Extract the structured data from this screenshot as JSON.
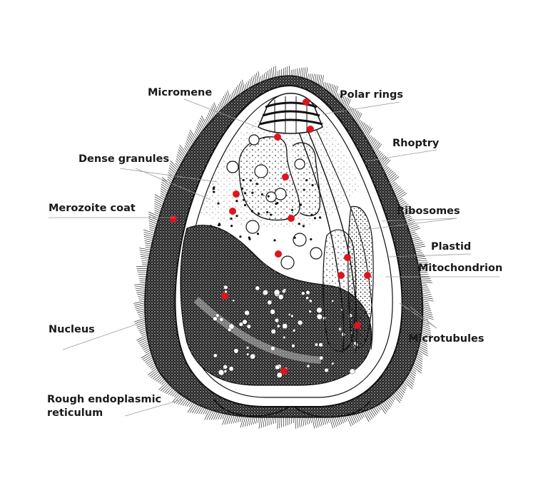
{
  "labels": {
    "micromene": "Micromene",
    "polar_rings": "Polar rings",
    "rhoptry": "Rhoptry",
    "dense_granules": "Dense granules",
    "merozoite_coat": "Merozoite coat",
    "ribosomes": "Ribosomes",
    "plastid": "Plastid",
    "mitochondrion": "Mitochondrion",
    "nucleus": "Nucleus",
    "microtubules": "Microtubules",
    "rough_er_line1": "Rough endoplasmic",
    "rough_er_line2": "reticulum"
  },
  "colors": {
    "ink": "#111111",
    "marker": "#e0141d",
    "leader": "#9a9a9a"
  }
}
